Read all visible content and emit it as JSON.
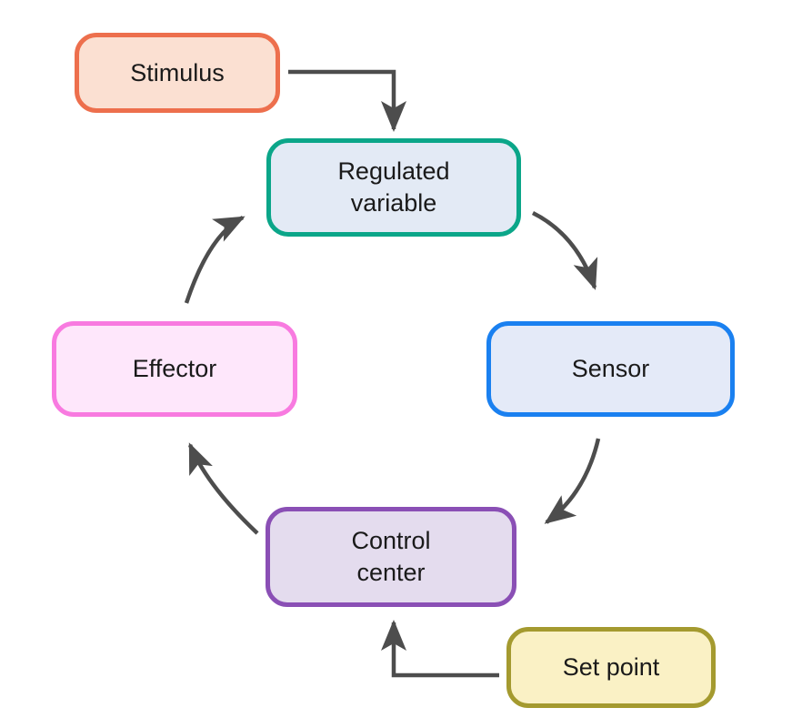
{
  "canvas": {
    "background_color": "#ffffff",
    "arrow_color": "#4d4d4d",
    "text_color": "#1a1a1a"
  },
  "nodes": [
    {
      "id": "stimulus",
      "label": "Stimulus",
      "border_color": "#ed6f4d",
      "fill_color": "#fbe0d2"
    },
    {
      "id": "regulated-variable",
      "label": "Regulated variable",
      "border_color": "#0ba689",
      "fill_color": "#e3eaf5"
    },
    {
      "id": "sensor",
      "label": "Sensor",
      "border_color": "#1a80f0",
      "fill_color": "#e4eaf8"
    },
    {
      "id": "control-center",
      "label": "Control center",
      "border_color": "#8a4fb5",
      "fill_color": "#e4dcee"
    },
    {
      "id": "effector",
      "label": "Effector",
      "border_color": "#f87ae0",
      "fill_color": "#fee7fb"
    },
    {
      "id": "set-point",
      "label": "Set point",
      "border_color": "#a49a2f",
      "fill_color": "#faf1c5"
    }
  ],
  "connections": [
    {
      "from": "Stimulus",
      "to": "Regulated variable",
      "style": "elbow"
    },
    {
      "from": "Regulated variable",
      "to": "Sensor",
      "style": "curved"
    },
    {
      "from": "Sensor",
      "to": "Control center",
      "style": "curved"
    },
    {
      "from": "Control center",
      "to": "Effector",
      "style": "curved"
    },
    {
      "from": "Effector",
      "to": "Regulated variable",
      "style": "curved"
    },
    {
      "from": "Set point",
      "to": "Control center",
      "style": "elbow"
    }
  ]
}
